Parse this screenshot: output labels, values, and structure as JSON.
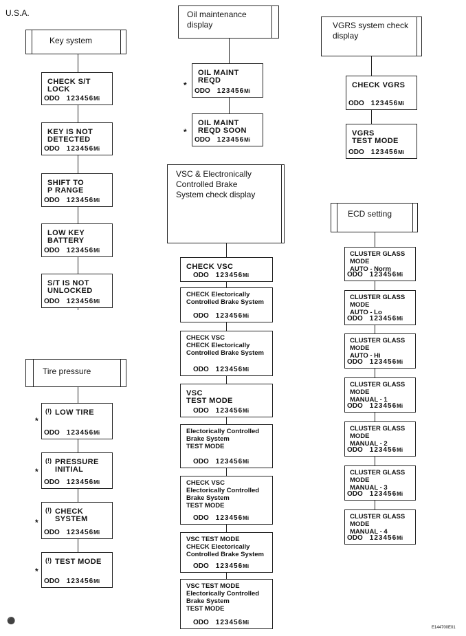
{
  "region": "U.S.A.",
  "figure_id": "E144700E01",
  "asterisk": "*",
  "odo_label": "ODO",
  "odo_value": "123456",
  "odo_unit": "Mi",
  "tire_icon": "tire-pressure-warning-icon",
  "sections": {
    "key": {
      "title": "Key system",
      "displays": [
        "CHECK S/T\nLOCK",
        "KEY IS NOT\nDETECTED",
        "SHIFT TO\nP RANGE",
        "LOW KEY\nBATTERY",
        "S/T IS NOT\nUNLOCKED"
      ]
    },
    "tire": {
      "title": "Tire pressure",
      "displays": [
        "LOW TIRE",
        "PRESSURE\nINITIAL",
        "CHECK\nSYSTEM",
        "TEST MODE"
      ]
    },
    "oil": {
      "title": "Oil maintenance\ndisplay",
      "displays": [
        "OIL  MAINT\nREQD",
        "OIL  MAINT\nREQD SOON"
      ]
    },
    "vsc": {
      "title": "VSC & Electronically\nControlled Brake\nSystem check display",
      "displays": [
        "CHECK VSC",
        "CHECK Electorically\nControlled Brake System",
        "CHECK VSC\nCHECK Electorically\nControlled Brake System",
        "VSC\nTEST MODE",
        "Electorically Controlled\nBrake System\nTEST MODE",
        "CHECK VSC\nElectorically Controlled\nBrake System\nTEST MODE",
        "VSC TEST MODE\nCHECK Electorically\nControlled Brake System",
        "VSC TEST MODE\nElectorically Controlled\nBrake System\nTEST MODE"
      ]
    },
    "vgrs": {
      "title": "VGRS system check\ndisplay",
      "displays": [
        "CHECK VGRS",
        "VGRS\nTEST MODE"
      ]
    },
    "ecd": {
      "title": "ECD setting",
      "displays": [
        "CLUSTER GLASS\nMODE\nAUTO - Norm",
        "CLUSTER GLASS\nMODE\nAUTO - Lo",
        "CLUSTER GLASS\nMODE\nAUTO - Hi",
        "CLUSTER GLASS\nMODE\nMANUAL - 1",
        "CLUSTER GLASS\nMODE\nMANUAL - 2",
        "CLUSTER GLASS\nMODE\nMANUAL - 3",
        "CLUSTER GLASS\nMODE\nMANUAL - 4"
      ]
    }
  }
}
